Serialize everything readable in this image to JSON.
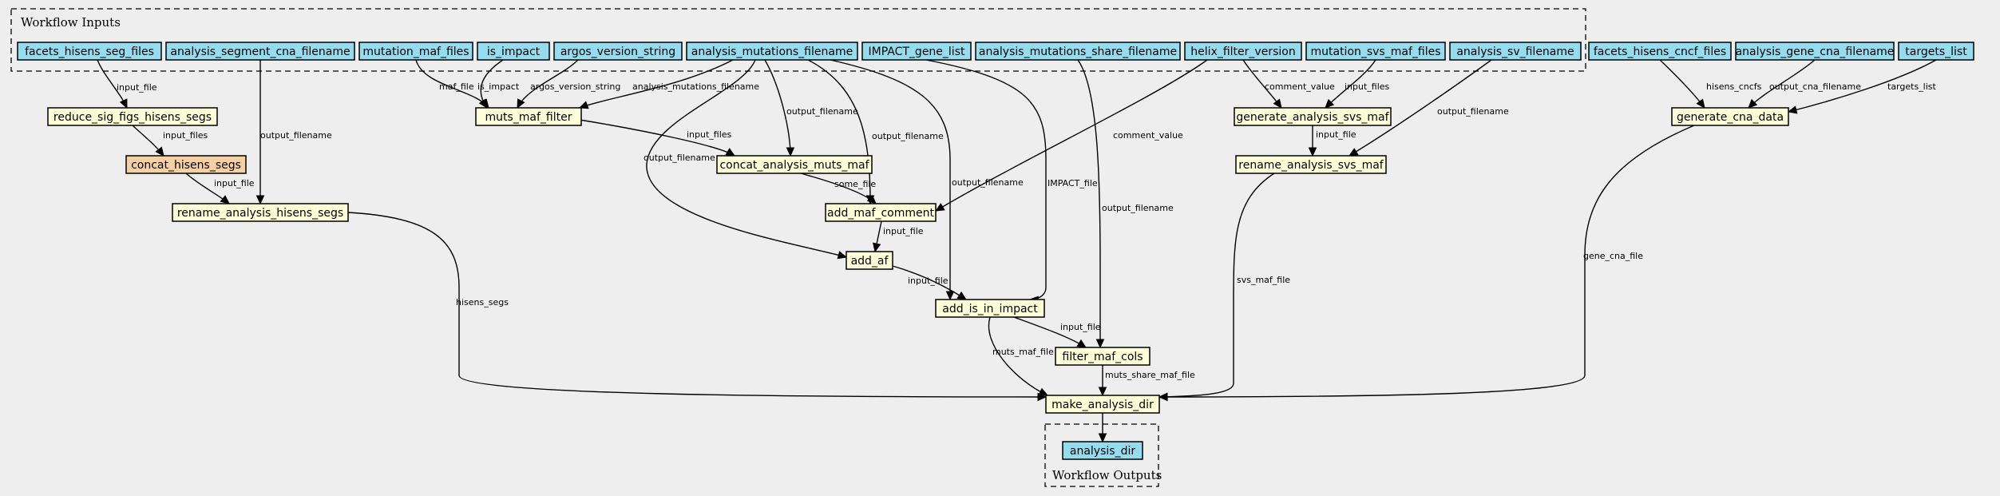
{
  "colors": {
    "background": "#eeeeee",
    "input_node": "#94dcee",
    "step_node": "#ffffd8",
    "highlight_step": "#f6cfa3",
    "output_node": "#94dcee"
  },
  "clusters": {
    "inputs_label": "Workflow Inputs",
    "outputs_label": "Workflow Outputs"
  },
  "nodes": [
    {
      "id": "facets_hisens_seg_files",
      "label": "facets_hisens_seg_files",
      "kind": "input"
    },
    {
      "id": "analysis_segment_cna_filename",
      "label": "analysis_segment_cna_filename",
      "kind": "input"
    },
    {
      "id": "mutation_maf_files",
      "label": "mutation_maf_files",
      "kind": "input"
    },
    {
      "id": "is_impact",
      "label": "is_impact",
      "kind": "input"
    },
    {
      "id": "argos_version_string",
      "label": "argos_version_string",
      "kind": "input"
    },
    {
      "id": "analysis_mutations_filename",
      "label": "analysis_mutations_filename",
      "kind": "input"
    },
    {
      "id": "IMPACT_gene_list",
      "label": "IMPACT_gene_list",
      "kind": "input"
    },
    {
      "id": "analysis_mutations_share_filename",
      "label": "analysis_mutations_share_filename",
      "kind": "input"
    },
    {
      "id": "helix_filter_version",
      "label": "helix_filter_version",
      "kind": "input"
    },
    {
      "id": "mutation_svs_maf_files",
      "label": "mutation_svs_maf_files",
      "kind": "input"
    },
    {
      "id": "analysis_sv_filename",
      "label": "analysis_sv_filename",
      "kind": "input"
    },
    {
      "id": "facets_hisens_cncf_files",
      "label": "facets_hisens_cncf_files",
      "kind": "input"
    },
    {
      "id": "analysis_gene_cna_filename",
      "label": "analysis_gene_cna_filename",
      "kind": "input"
    },
    {
      "id": "targets_list",
      "label": "targets_list",
      "kind": "input"
    },
    {
      "id": "reduce_sig_figs_hisens_segs",
      "label": "reduce_sig_figs_hisens_segs",
      "kind": "step"
    },
    {
      "id": "concat_hisens_segs",
      "label": "concat_hisens_segs",
      "kind": "highlight"
    },
    {
      "id": "rename_analysis_hisens_segs",
      "label": "rename_analysis_hisens_segs",
      "kind": "step"
    },
    {
      "id": "muts_maf_filter",
      "label": "muts_maf_filter",
      "kind": "step"
    },
    {
      "id": "concat_analysis_muts_maf",
      "label": "concat_analysis_muts_maf",
      "kind": "step"
    },
    {
      "id": "add_maf_comment",
      "label": "add_maf_comment",
      "kind": "step"
    },
    {
      "id": "add_af",
      "label": "add_af",
      "kind": "step"
    },
    {
      "id": "add_is_in_impact",
      "label": "add_is_in_impact",
      "kind": "step"
    },
    {
      "id": "filter_maf_cols",
      "label": "filter_maf_cols",
      "kind": "step"
    },
    {
      "id": "generate_analysis_svs_maf",
      "label": "generate_analysis_svs_maf",
      "kind": "step"
    },
    {
      "id": "rename_analysis_svs_maf",
      "label": "rename_analysis_svs_maf",
      "kind": "step"
    },
    {
      "id": "generate_cna_data",
      "label": "generate_cna_data",
      "kind": "step"
    },
    {
      "id": "make_analysis_dir",
      "label": "make_analysis_dir",
      "kind": "step"
    },
    {
      "id": "analysis_dir",
      "label": "analysis_dir",
      "kind": "output"
    }
  ],
  "edges": [
    {
      "from": "facets_hisens_seg_files",
      "to": "reduce_sig_figs_hisens_segs",
      "label": "input_file"
    },
    {
      "from": "reduce_sig_figs_hisens_segs",
      "to": "concat_hisens_segs",
      "label": "input_files"
    },
    {
      "from": "concat_hisens_segs",
      "to": "rename_analysis_hisens_segs",
      "label": "input_file"
    },
    {
      "from": "analysis_segment_cna_filename",
      "to": "rename_analysis_hisens_segs",
      "label": "output_filename"
    },
    {
      "from": "mutation_maf_files",
      "to": "muts_maf_filter",
      "label": "maf_file"
    },
    {
      "from": "is_impact",
      "to": "muts_maf_filter",
      "label": "is_impact"
    },
    {
      "from": "argos_version_string",
      "to": "muts_maf_filter",
      "label": "argos_version_string"
    },
    {
      "from": "analysis_mutations_filename",
      "to": "muts_maf_filter",
      "label": "analysis_mutations_filename"
    },
    {
      "from": "muts_maf_filter",
      "to": "concat_analysis_muts_maf",
      "label": "input_files"
    },
    {
      "from": "analysis_mutations_filename",
      "to": "concat_analysis_muts_maf",
      "label": "output_filename"
    },
    {
      "from": "analysis_mutations_filename",
      "to": "add_maf_comment",
      "label": "output_filename"
    },
    {
      "from": "analysis_mutations_filename",
      "to": "add_af",
      "label": "output_filename"
    },
    {
      "from": "analysis_mutations_filename",
      "to": "add_is_in_impact",
      "label": "output_filename"
    },
    {
      "from": "concat_analysis_muts_maf",
      "to": "add_maf_comment",
      "label": "some_file"
    },
    {
      "from": "helix_filter_version",
      "to": "add_maf_comment",
      "label": "comment_value"
    },
    {
      "from": "add_maf_comment",
      "to": "add_af",
      "label": "input_file"
    },
    {
      "from": "add_af",
      "to": "add_is_in_impact",
      "label": "input_file"
    },
    {
      "from": "IMPACT_gene_list",
      "to": "add_is_in_impact",
      "label": "IMPACT_file"
    },
    {
      "from": "add_is_in_impact",
      "to": "filter_maf_cols",
      "label": "input_file"
    },
    {
      "from": "analysis_mutations_share_filename",
      "to": "filter_maf_cols",
      "label": "output_filename"
    },
    {
      "from": "add_is_in_impact",
      "to": "make_analysis_dir",
      "label": "muts_maf_file"
    },
    {
      "from": "filter_maf_cols",
      "to": "make_analysis_dir",
      "label": "muts_share_maf_file"
    },
    {
      "from": "helix_filter_version",
      "to": "generate_analysis_svs_maf",
      "label": "comment_value"
    },
    {
      "from": "mutation_svs_maf_files",
      "to": "generate_analysis_svs_maf",
      "label": "input_files"
    },
    {
      "from": "generate_analysis_svs_maf",
      "to": "rename_analysis_svs_maf",
      "label": "input_file"
    },
    {
      "from": "analysis_sv_filename",
      "to": "rename_analysis_svs_maf",
      "label": "output_filename"
    },
    {
      "from": "rename_analysis_svs_maf",
      "to": "make_analysis_dir",
      "label": "svs_maf_file"
    },
    {
      "from": "facets_hisens_cncf_files",
      "to": "generate_cna_data",
      "label": "hisens_cncfs"
    },
    {
      "from": "analysis_gene_cna_filename",
      "to": "generate_cna_data",
      "label": "output_cna_filename"
    },
    {
      "from": "targets_list",
      "to": "generate_cna_data",
      "label": "targets_list"
    },
    {
      "from": "generate_cna_data",
      "to": "make_analysis_dir",
      "label": "gene_cna_file"
    },
    {
      "from": "rename_analysis_hisens_segs",
      "to": "make_analysis_dir",
      "label": "hisens_segs"
    },
    {
      "from": "make_analysis_dir",
      "to": "analysis_dir",
      "label": ""
    }
  ]
}
